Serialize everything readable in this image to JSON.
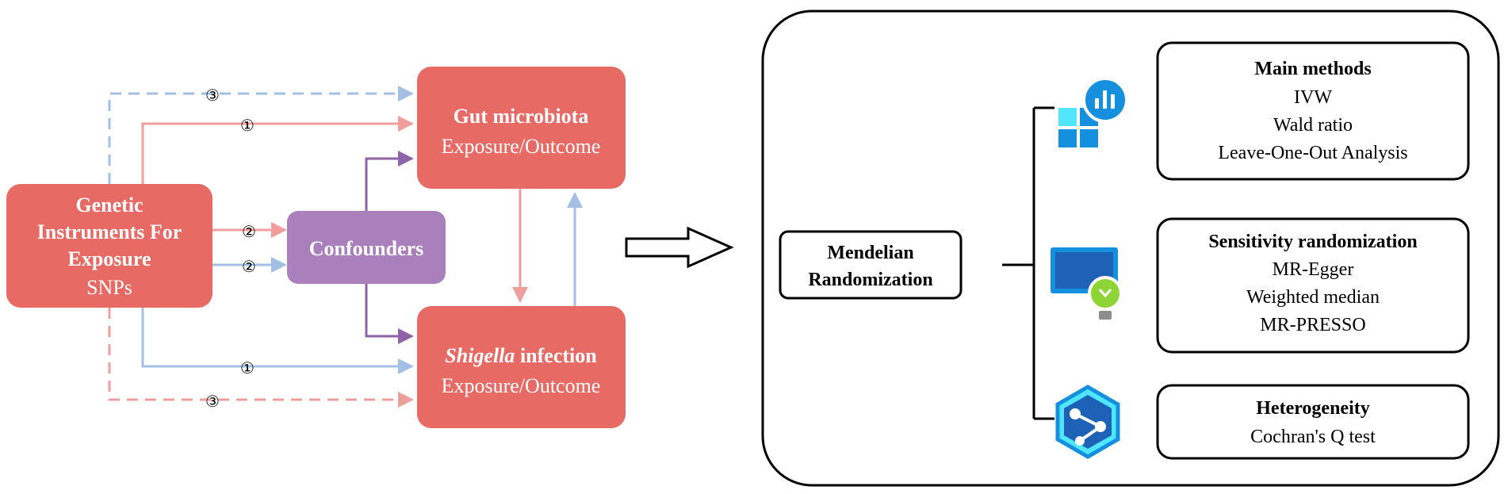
{
  "colors": {
    "node_red": "#E76A65",
    "node_purple": "#A980BB",
    "arrow_pink": "#EE9E9B",
    "arrow_blue": "#A3BFE3",
    "arrow_purple": "#8D64A6",
    "dashed_blue": "#A3BFE3",
    "dashed_pink": "#EE9E9B",
    "panel_border": "#000000",
    "icon_blue": "#1490DF",
    "icon_light_blue": "#50E6FF",
    "icon_green": "#8FD436"
  },
  "left": {
    "genetic_instruments": {
      "line1": "Genetic",
      "line2": "Instruments For",
      "line3": "Exposure",
      "line4": "SNPs"
    },
    "confounders": {
      "label": "Confounders"
    },
    "gut_microbiota": {
      "title": "Gut microbiota",
      "subtitle": "Exposure/Outcome"
    },
    "shigella": {
      "title_italic": "Shigella",
      "title_rest": " infection",
      "subtitle": "Exposure/Outcome"
    },
    "markers": {
      "m3_top": "③",
      "m1_top": "①",
      "m2_upper": "②",
      "m2_lower": "②",
      "m1_bottom": "①",
      "m3_bottom": "③"
    }
  },
  "right": {
    "mendelian": {
      "line1": "Mendelian",
      "line2": "Randomization"
    },
    "main_methods": {
      "title": "Main methods",
      "items": [
        "IVW",
        "Wald ratio",
        "Leave-One-Out Analysis"
      ]
    },
    "sensitivity": {
      "title": "Sensitivity randomization",
      "items": [
        "MR-Egger",
        "Weighted median",
        "MR-PRESSO"
      ]
    },
    "heterogeneity": {
      "title": "Heterogeneity",
      "items": [
        "Cochran's Q test"
      ]
    },
    "icons": [
      "dashboard-grid-icon",
      "monitor-lightbulb-icon",
      "hexagon-network-icon"
    ]
  }
}
